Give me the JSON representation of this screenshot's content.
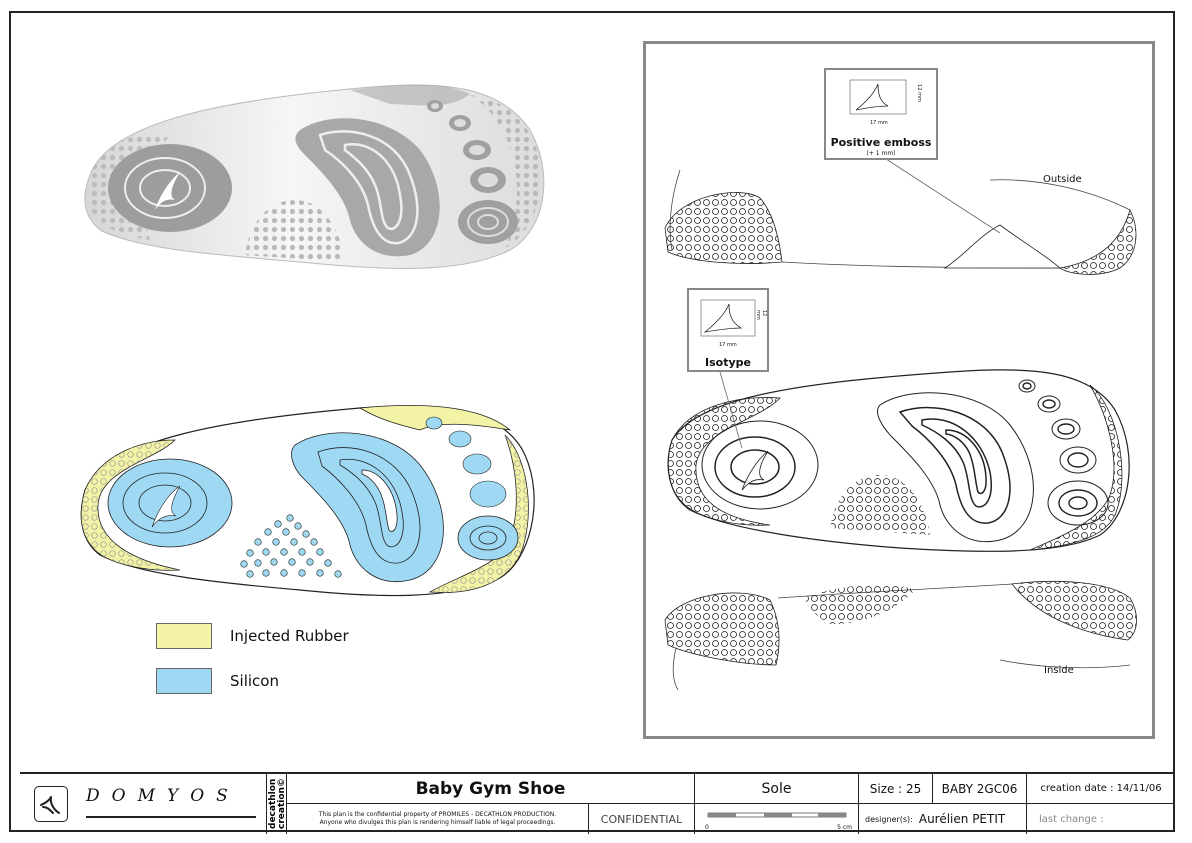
{
  "legend": [
    {
      "label": "Injected Rubber",
      "color": "#f3f3a6"
    },
    {
      "label": "Silicon",
      "color": "#9ed8f2"
    }
  ],
  "callouts": {
    "emboss": {
      "title": "Positive emboss",
      "subtitle": "(+ 1 mm)",
      "dim_width": "17 mm",
      "dim_height": "12 mm"
    },
    "isotype": {
      "title": "Isotype",
      "dim_width": "17 mm",
      "dim_height": "12 mm"
    }
  },
  "side_labels": {
    "outside": "Outside",
    "inside": "Inside"
  },
  "sole_marking": "marking",
  "sole_marking2": "logo",
  "title_block": {
    "brand": "DOMYOS",
    "vertical_1": "decathlon",
    "vertical_2": "creation©",
    "product": "Baby Gym Shoe",
    "notice_line1": "This plan is the confidential property of PROMILES - DECATHLON PRODUCTION.",
    "notice_line2": "Anyone who divulges this plan is rendering himself liable of legal proceedings.",
    "confidential": "CONFIDENTIAL",
    "part": "Sole",
    "scale_start": "0",
    "scale_end": "5 cm",
    "size": "Size : 25",
    "ref": "BABY 2GC06",
    "creation_date": "creation date : 14/11/06",
    "designer_label": "designer(s):",
    "designer": "Aurélien PETIT",
    "last_change": "last change :"
  },
  "colors": {
    "rubber": "#f3f3a6",
    "silicon": "#9ed8f2",
    "grey_sole": "#cfcfcf",
    "frame": "#888888"
  }
}
